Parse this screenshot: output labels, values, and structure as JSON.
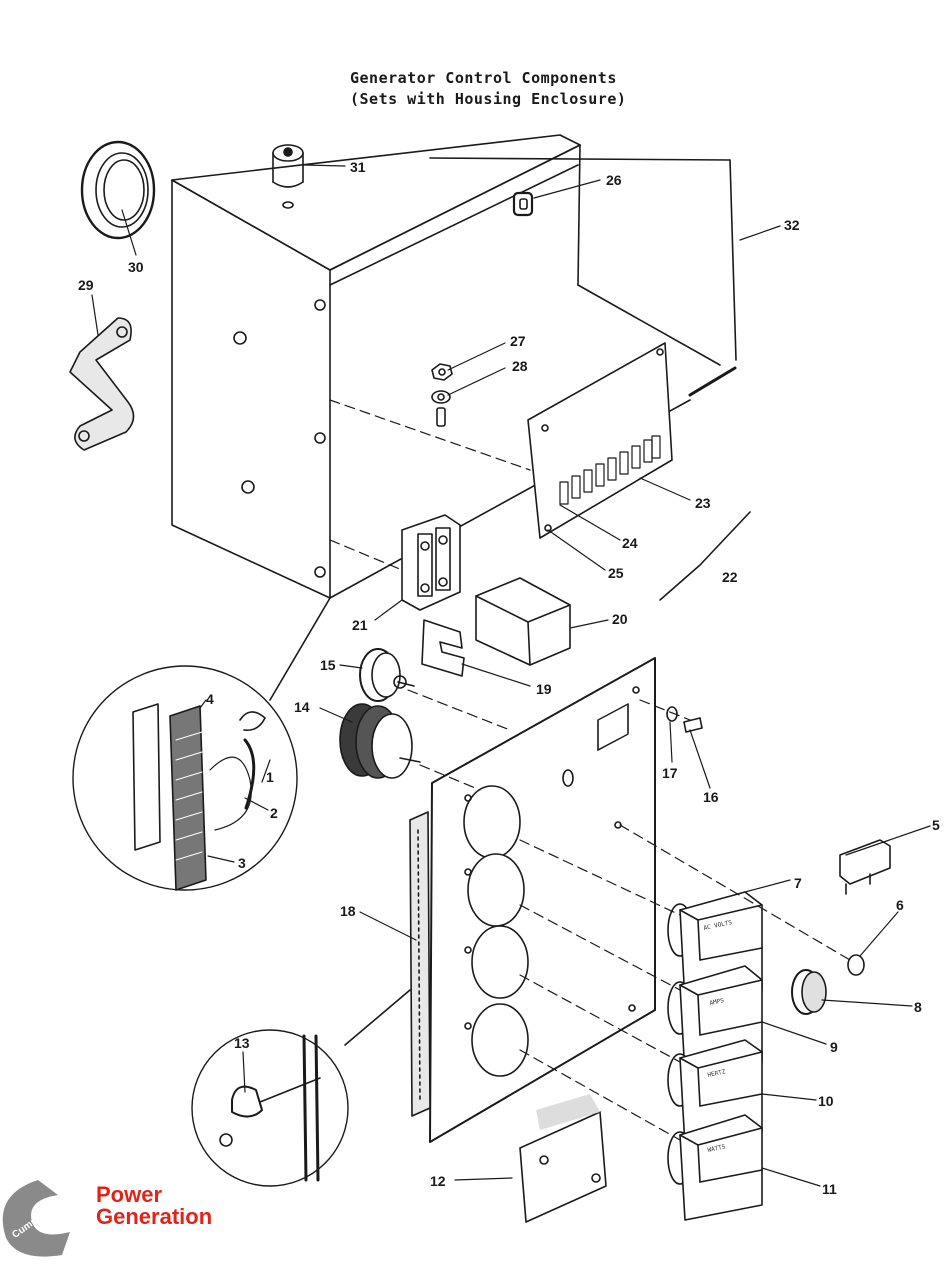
{
  "title": {
    "line1": "Generator Control Components",
    "line2": "(Sets with Housing Enclosure)"
  },
  "parts": [
    {
      "id": "p1",
      "label": "1"
    },
    {
      "id": "p2",
      "label": "2"
    },
    {
      "id": "p3",
      "label": "3"
    },
    {
      "id": "p4",
      "label": "4"
    },
    {
      "id": "p5",
      "label": "5"
    },
    {
      "id": "p6",
      "label": "6"
    },
    {
      "id": "p7",
      "label": "7"
    },
    {
      "id": "p8",
      "label": "8"
    },
    {
      "id": "p9",
      "label": "9"
    },
    {
      "id": "p10",
      "label": "10"
    },
    {
      "id": "p11",
      "label": "11"
    },
    {
      "id": "p12",
      "label": "12"
    },
    {
      "id": "p13",
      "label": "13"
    },
    {
      "id": "p14",
      "label": "14"
    },
    {
      "id": "p15",
      "label": "15"
    },
    {
      "id": "p16",
      "label": "16"
    },
    {
      "id": "p17",
      "label": "17"
    },
    {
      "id": "p18",
      "label": "18"
    },
    {
      "id": "p19",
      "label": "19"
    },
    {
      "id": "p20",
      "label": "20"
    },
    {
      "id": "p21",
      "label": "21"
    },
    {
      "id": "p22",
      "label": "22"
    },
    {
      "id": "p23",
      "label": "23"
    },
    {
      "id": "p24",
      "label": "24"
    },
    {
      "id": "p25",
      "label": "25"
    },
    {
      "id": "p26",
      "label": "26"
    },
    {
      "id": "p27",
      "label": "27"
    },
    {
      "id": "p28",
      "label": "28"
    },
    {
      "id": "p29",
      "label": "29"
    },
    {
      "id": "p30",
      "label": "30"
    },
    {
      "id": "p31",
      "label": "31"
    },
    {
      "id": "p32",
      "label": "32"
    }
  ],
  "meter_labels": [
    "AC VOLTS",
    "AMPS",
    "HERTZ",
    "WATTS"
  ],
  "logo": {
    "wordmark": "Cummins",
    "line1": "Power",
    "line2": "Generation",
    "color": "#e2231a",
    "mark_color": "#8a8a8a"
  }
}
